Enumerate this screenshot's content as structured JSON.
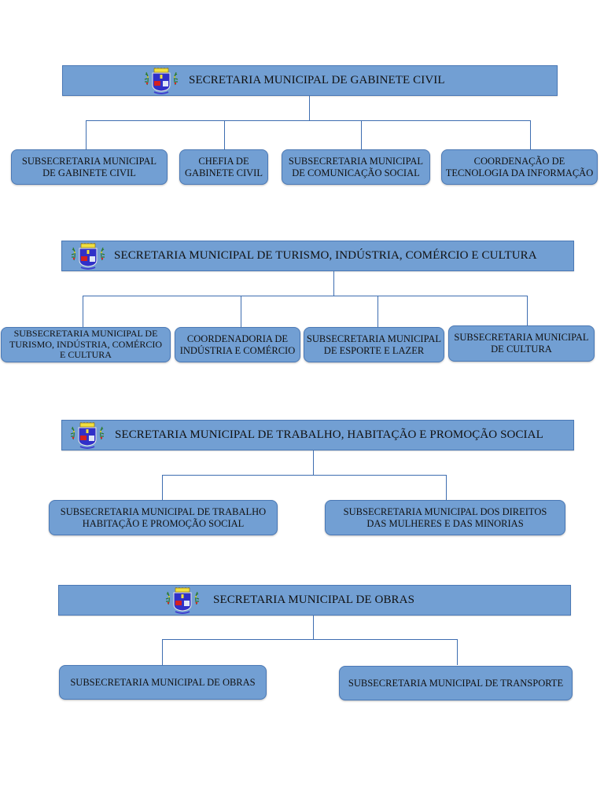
{
  "colors": {
    "box_fill": "#729fd3",
    "box_border": "#4a78b5",
    "connector": "#3d6db0"
  },
  "sections": [
    {
      "title": "SECRETARIA MUNICIPAL DE GABINETE CIVIL",
      "icon": "municipal-coat-of-arms-icon",
      "children": [
        "SUBSECRETARIA MUNICIPAL\nDE GABINETE CIVIL",
        "CHEFIA DE\nGABINETE CIVIL",
        "SUBSECRETARIA MUNICIPAL\nDE COMUNICAÇÃO SOCIAL",
        "COORDENAÇÃO DE\nTECNOLOGIA DA INFORMAÇÃO"
      ]
    },
    {
      "title": "SECRETARIA MUNICIPAL DE TURISMO, INDÚSTRIA, COMÉRCIO E CULTURA",
      "icon": "municipal-coat-of-arms-icon",
      "children": [
        "SUBSECRETARIA MUNICIPAL DE\nTURISMO, INDÚSTRIA, COMÉRCIO\nE CULTURA",
        "COORDENADORIA DE\nINDÚSTRIA E COMÉRCIO",
        "SUBSECRETARIA MUNICIPAL\nDE ESPORTE E LAZER",
        "SUBSECRETARIA MUNICIPAL\nDE CULTURA"
      ]
    },
    {
      "title": "SECRETARIA MUNICIPAL DE TRABALHO, HABITAÇÃO E PROMOÇÃO SOCIAL",
      "icon": "municipal-coat-of-arms-icon",
      "children": [
        "SUBSECRETARIA MUNICIPAL DE TRABALHO\nHABITAÇÃO E PROMOÇÃO SOCIAL",
        "SUBSECRETARIA MUNICIPAL DOS DIREITOS\nDAS MULHERES E DAS MINORIAS"
      ]
    },
    {
      "title": "SECRETARIA MUNICIPAL DE OBRAS",
      "icon": "municipal-coat-of-arms-icon",
      "children": [
        "SUBSECRETARIA MUNICIPAL DE OBRAS",
        "SUBSECRETARIA MUNICIPAL DE TRANSPORTE"
      ]
    }
  ]
}
